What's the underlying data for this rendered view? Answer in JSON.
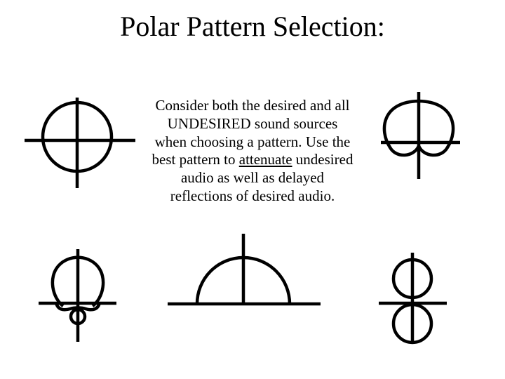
{
  "slide": {
    "title": "Polar Pattern Selection:",
    "body": {
      "line1": "Consider both the desired and all",
      "line2": "UNDESIRED sound sources",
      "line3": "when choosing a pattern.  Use the",
      "line4_before": "best pattern to ",
      "line4_underlined": "attenuate",
      "line4_after": " undesired",
      "line5": "audio as well as delayed",
      "line6": "reflections of desired audio."
    }
  },
  "patterns": [
    {
      "name": "omnidirectional-pattern-icon"
    },
    {
      "name": "cardioid-pattern-icon"
    },
    {
      "name": "supercardioid-pattern-icon"
    },
    {
      "name": "half-omni-boundary-pattern-icon"
    },
    {
      "name": "bidirectional-figure-eight-pattern-icon"
    }
  ],
  "colors": {
    "background": "#ffffff",
    "ink": "#000000"
  }
}
